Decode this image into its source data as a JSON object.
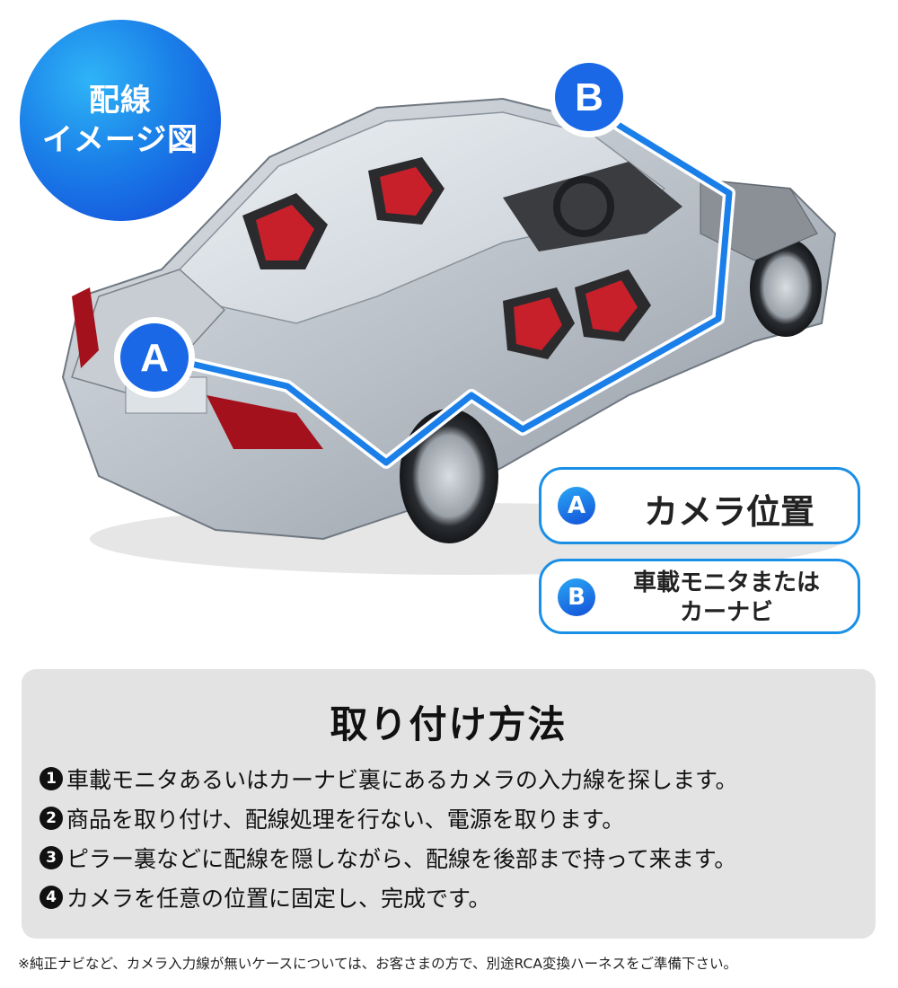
{
  "badge": {
    "line1": "配線",
    "line2": "イメージ図"
  },
  "diagram": {
    "marker_a": "A",
    "marker_b": "B",
    "route_color": "#1a7fe8",
    "accent_light": "#2fb4f7"
  },
  "legend": {
    "a": {
      "marker": "A",
      "label": "カメラ位置"
    },
    "b": {
      "marker": "B",
      "label_line1": "車載モニタまたは",
      "label_line2": "カーナビ"
    }
  },
  "panel": {
    "title": "取り付け方法",
    "steps": [
      {
        "num": "1",
        "text": "車載モニタあるいはカーナビ裏にあるカメラの入力線を探します。"
      },
      {
        "num": "2",
        "text": "商品を取り付け、配線処理を行ない、電源を取ります。"
      },
      {
        "num": "3",
        "text": "ピラー裏などに配線を隠しながら、配線を後部まで持って来ます。"
      },
      {
        "num": "4",
        "text": "カメラを任意の位置に固定し、完成です。"
      }
    ]
  },
  "footnote": "※純正ナビなど、カメラ入力線が無いケースについては、お客さまの方で、別途RCA変換ハーネスをご準備下さい。"
}
